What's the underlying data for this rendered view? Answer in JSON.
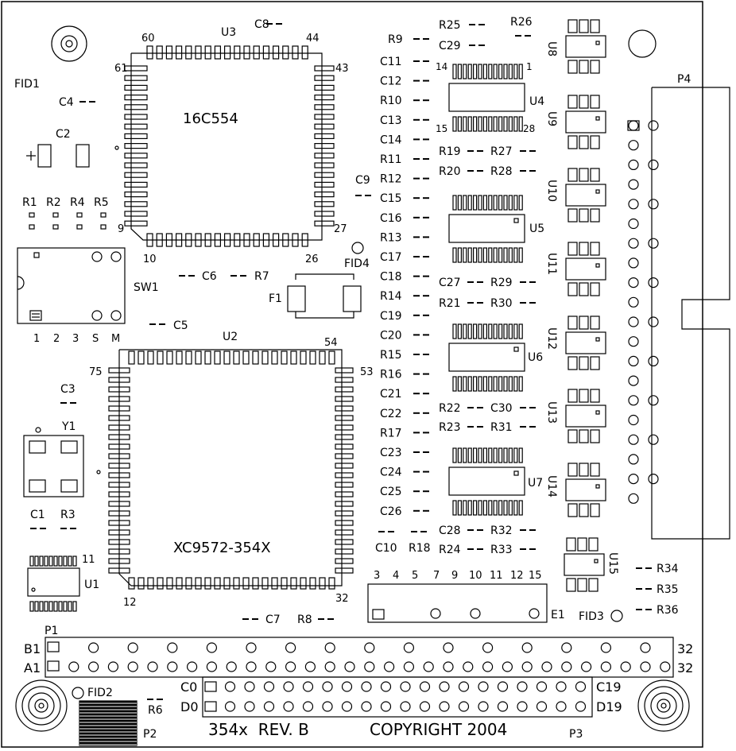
{
  "board": {
    "title": "354x  REV. B",
    "copyright": "COPYRIGHT 2004"
  },
  "ics": {
    "u3": {
      "ref": "U3",
      "value": "16C554",
      "pins": [
        "60",
        "44",
        "61",
        "43",
        "9",
        "27",
        "10",
        "26"
      ]
    },
    "u2": {
      "ref": "U2",
      "value": "XC9572-354X",
      "pins": [
        "54",
        "75",
        "53",
        "12",
        "32"
      ]
    },
    "u1": {
      "ref": "U1",
      "pin": "11"
    },
    "u4": {
      "ref": "U4",
      "pins": [
        "14",
        "1",
        "15",
        "28"
      ]
    },
    "u5": {
      "ref": "U5"
    },
    "u6": {
      "ref": "U6"
    },
    "u7": {
      "ref": "U7"
    },
    "small": [
      "U8",
      "U9",
      "U10",
      "U11",
      "U12",
      "U13",
      "U14",
      "U15"
    ]
  },
  "switch": {
    "ref": "SW1",
    "labels": [
      "1",
      "2",
      "3",
      "S",
      "M"
    ]
  },
  "crystal": {
    "ref": "Y1"
  },
  "fuse": {
    "ref": "F1"
  },
  "fiducials": [
    "FID1",
    "FID2",
    "FID3",
    "FID4"
  ],
  "capacitors_left": [
    "C4",
    "C2",
    "C6",
    "C5",
    "C3",
    "C1",
    "C7",
    "C8",
    "C9",
    "C10"
  ],
  "resistors_left": [
    "R1",
    "R2",
    "R4",
    "R5",
    "R7",
    "R3",
    "R6",
    "R8",
    "R18"
  ],
  "passives_column": [
    "C11",
    "C12",
    "R10",
    "C13",
    "C14",
    "R11",
    "R12",
    "C15",
    "C16",
    "R13",
    "C17",
    "C18",
    "R14",
    "C19",
    "C20",
    "R15",
    "R16",
    "C21",
    "C22",
    "R17",
    "C23",
    "C24",
    "C25",
    "C26"
  ],
  "passives_pairs": [
    [
      "R19",
      "R27"
    ],
    [
      "R20",
      "R28"
    ],
    [
      "C27",
      "R29"
    ],
    [
      "R21",
      "R30"
    ],
    [
      "R22",
      "C30"
    ],
    [
      "R23",
      "R31"
    ],
    [
      "C28",
      "R32"
    ],
    [
      "R24",
      "R33"
    ]
  ],
  "passives_top": [
    "R25",
    "R26",
    "R9",
    "C29"
  ],
  "resistors_right": [
    "R34",
    "R35",
    "R36"
  ],
  "connectors": {
    "p1": {
      "ref": "P1",
      "row_b": "B1",
      "row_a": "A1",
      "end_b": "32",
      "end_a": "32"
    },
    "p2": {
      "ref": "P2"
    },
    "p3": {
      "ref": "P3",
      "start_c": "C0",
      "start_d": "D0",
      "end_c": "C19",
      "end_d": "D19"
    },
    "p4": {
      "ref": "P4"
    },
    "e1": {
      "ref": "E1",
      "numbers": [
        "3",
        "4",
        "5",
        "7",
        "9",
        "10",
        "11",
        "12",
        "15"
      ]
    }
  }
}
